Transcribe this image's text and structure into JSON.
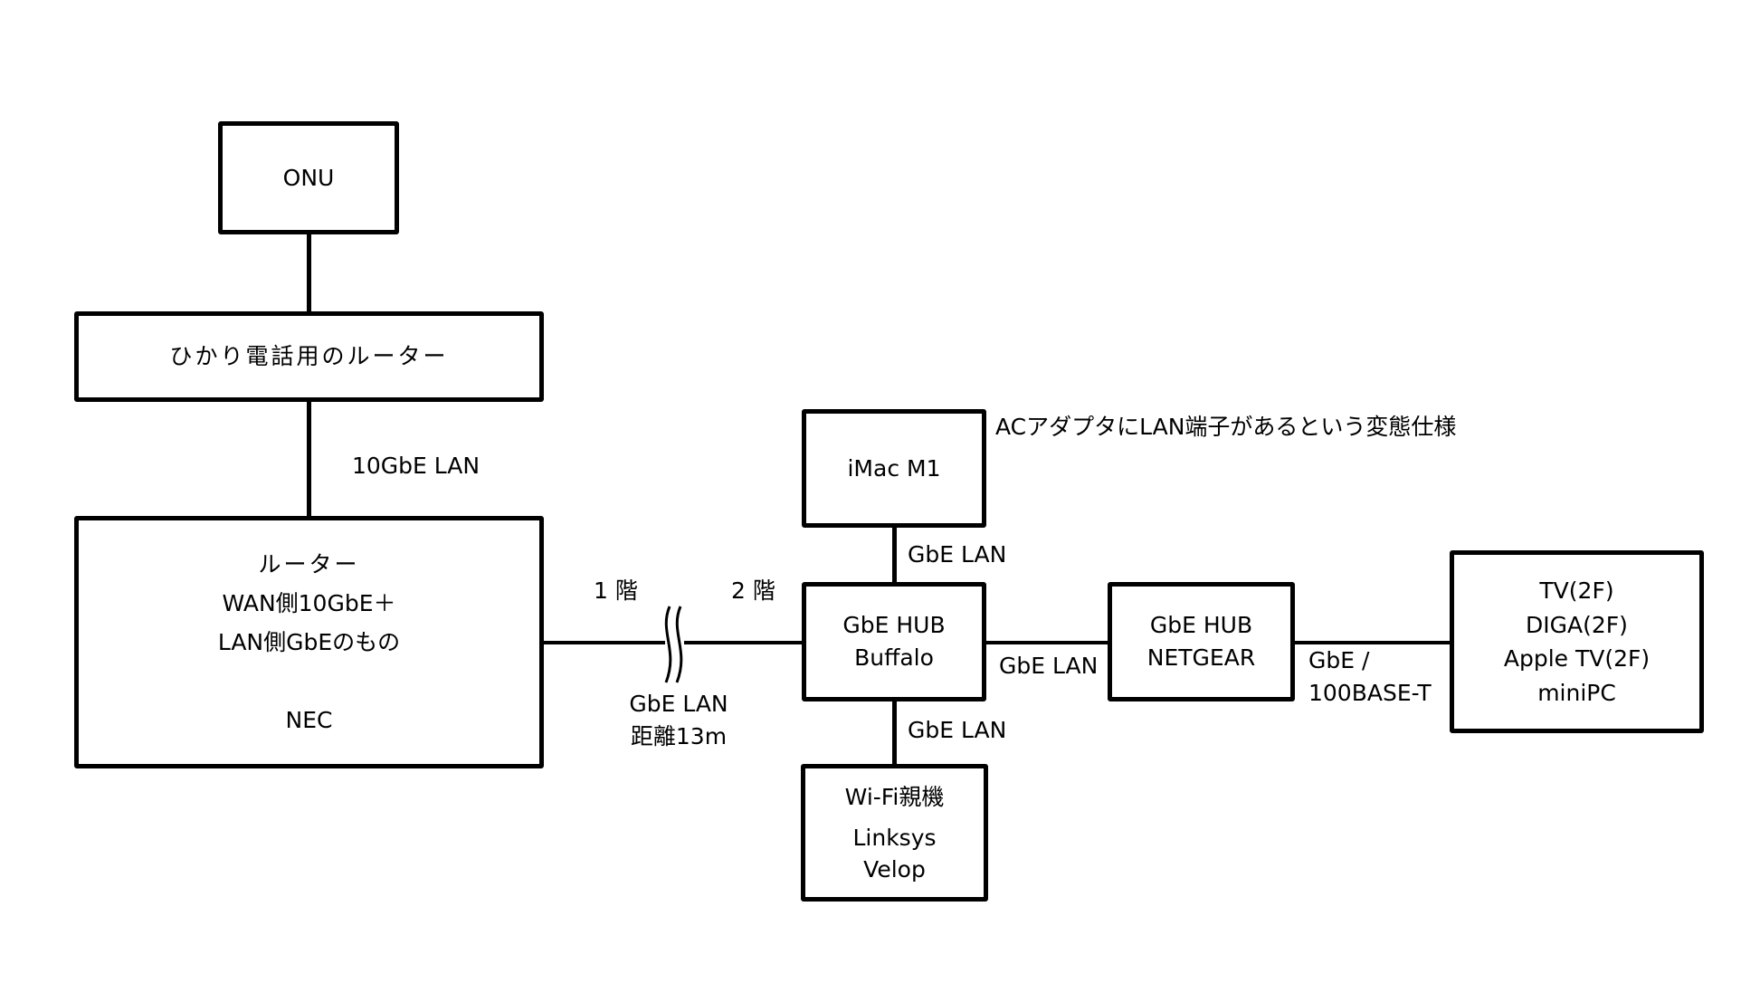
{
  "nodes": {
    "onu": {
      "lines": [
        "ONU"
      ]
    },
    "phone_router": {
      "lines": [
        "ひかり電話用のルーター"
      ]
    },
    "main_router": {
      "lines": [
        "ルーター",
        "WAN側10GbE＋",
        "LAN側GbEのもの",
        "",
        "NEC"
      ]
    },
    "imac": {
      "lines": [
        "iMac M1"
      ]
    },
    "hub_buffalo": {
      "lines": [
        "GbE HUB",
        "Buffalo"
      ]
    },
    "hub_netgear": {
      "lines": [
        "GbE HUB",
        "NETGEAR"
      ]
    },
    "tv_devices": {
      "lines": [
        "TV(2F)",
        "DIGA(2F)",
        "Apple TV(2F)",
        "miniPC"
      ]
    },
    "wifi": {
      "lines": [
        "Wi-Fi親機",
        "Linksys",
        "Velop"
      ]
    }
  },
  "edges": {
    "phone_to_router": {
      "label": "10GbE LAN"
    },
    "router_to_buffalo": {
      "floor_left": "1 階",
      "floor_right": "2 階",
      "label_lines": [
        "GbE LAN",
        "距離13m"
      ]
    },
    "imac_to_buffalo": {
      "label": "GbE LAN"
    },
    "buffalo_to_wifi": {
      "label": "GbE LAN"
    },
    "buffalo_to_netgear": {
      "label": "GbE LAN"
    },
    "netgear_to_tv": {
      "label_lines": [
        "GbE /",
        "100BASE-T"
      ]
    }
  },
  "annotations": {
    "imac_note": "ACアダプタにLAN端子があるという変態仕様"
  }
}
